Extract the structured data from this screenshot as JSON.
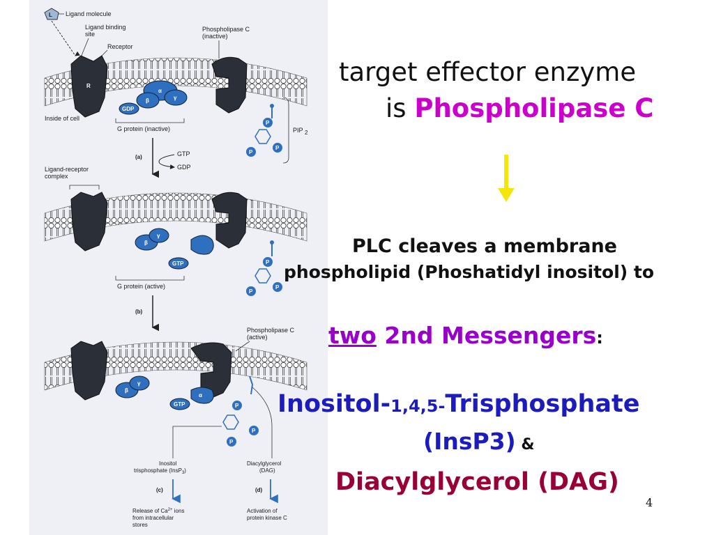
{
  "figure": {
    "labels": {
      "ligand_molecule": "Ligand molecule",
      "ligand_symbol": "L",
      "ligand_binding_site_1": "Ligand binding",
      "ligand_binding_site_2": "site",
      "receptor": "Receptor",
      "receptor_symbol": "R",
      "plc_inactive_1": "Phospholipase C",
      "plc_inactive_2": "(inactive)",
      "inside_of_cell": "Inside of cell",
      "gdp": "GDP",
      "gtp": "GTP",
      "g_protein_inactive": "G protein (inactive)",
      "pip2": "PIP",
      "pip2_sub": "2",
      "step_a": "(a)",
      "arrow_gtp": "GTP",
      "arrow_gdp": "GDP",
      "ligand_receptor_complex_1": "Ligand-receptor",
      "ligand_receptor_complex_2": "complex",
      "g_protein_active": "G protein (active)",
      "step_b": "(b)",
      "plc_active_1": "Phospholipase C",
      "plc_active_2": "(active)",
      "alpha": "α",
      "beta": "β",
      "gamma": "γ",
      "p": "P",
      "insp3_1": "Inositol",
      "insp3_2": "trisphosphate (InsP",
      "insp3_sub": "3",
      "insp3_close": ")",
      "dag_1": "Diacylglycerol",
      "dag_2": "(DAG)",
      "step_c": "(c)",
      "step_d": "(d)",
      "release_1": "Release of Ca",
      "release_sup": "2+",
      "release_1b": " ions",
      "release_2": "from intracellular",
      "release_3": "stores",
      "activation_1": "Activation of",
      "activation_2": "protein kinase C"
    }
  },
  "text": {
    "line1": "target effector enzyme",
    "line2_prefix": "is ",
    "line2_highlight": "Phospholipase C",
    "plc_line1": "PLC cleaves a membrane",
    "plc_line2": "phospholipid (Phoshatidyl inositol) to",
    "two": "two",
    "messengers": " 2nd Messengers",
    "colon": ":",
    "inositol_a": "Inositol-",
    "inositol_b": "1,4,5-",
    "inositol_c": "Trisphosphate",
    "insp3": "(InsP3)",
    "amp": " &",
    "dag": "Diacylglycerol (DAG)"
  },
  "slide_number": "4",
  "colors": {
    "membrane": "#b9bcc4",
    "protein_dark": "#2b2f38",
    "protein_blue": "#2f6fbf",
    "highlight_magenta": "#cc00cc",
    "messenger_purple": "#9900cc",
    "insp3_blue": "#1c1cbd",
    "dag_maroon": "#990033",
    "arrow_yellow": "#f5e60a"
  }
}
